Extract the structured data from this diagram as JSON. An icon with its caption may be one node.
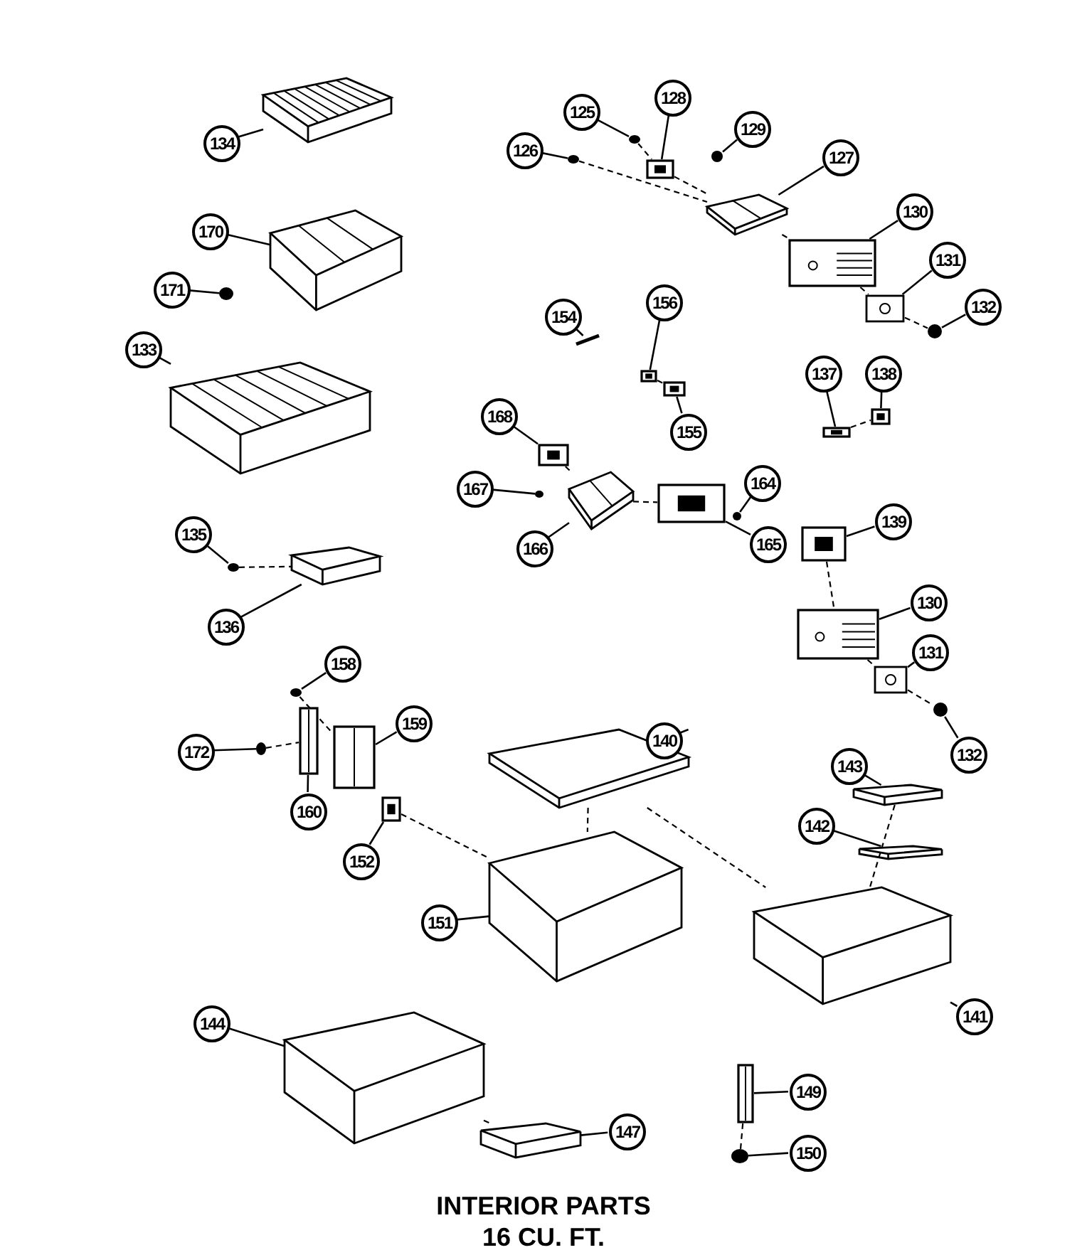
{
  "diagram": {
    "title": "INTERIOR PARTS",
    "caption": "16 CU. FT.",
    "nodes": [
      {
        "text": [
          "134"
        ]
      },
      {
        "text": [],
        "shape": "picture"
      },
      {
        "text": [
          "170"
        ]
      },
      {
        "text": [],
        "shape": "picture"
      },
      {
        "text": [
          "171"
        ]
      },
      {
        "text": [],
        "shape": "circle"
      },
      {
        "text": [
          "133"
        ]
      },
      {
        "text": [],
        "shape": "picture"
      },
      {
        "text": [
          "135"
        ]
      },
      {
        "text": [],
        "shape": "circle"
      },
      {
        "text": [
          "136"
        ]
      },
      {
        "text": [],
        "shape": "picture"
      },
      {
        "text": [
          "125"
        ]
      },
      {
        "text": [],
        "shape": "circle"
      },
      {
        "text": [
          "128"
        ]
      },
      {
        "text": [],
        "shape": "picture"
      },
      {
        "text": [
          "129"
        ]
      },
      {
        "text": [],
        "shape": "circle"
      },
      {
        "text": [
          "126"
        ]
      },
      {
        "text": [],
        "shape": "circle"
      },
      {
        "text": [
          "127"
        ]
      },
      {
        "text": [],
        "shape": "picture"
      },
      {
        "text": [
          "130"
        ]
      },
      {
        "text": [],
        "shape": "picture"
      },
      {
        "text": [
          "131"
        ]
      },
      {
        "text": [],
        "shape": "picture"
      },
      {
        "text": [
          "132"
        ]
      },
      {
        "text": [],
        "shape": "circle"
      },
      {
        "text": [
          "154"
        ]
      },
      {
        "text": [],
        "shape": "picture"
      },
      {
        "text": [
          "156"
        ]
      },
      {
        "text": [],
        "shape": "picture"
      },
      {
        "text": [
          "155"
        ]
      },
      {
        "text": [],
        "shape": "picture"
      },
      {
        "text": [
          "137"
        ]
      },
      {
        "text": [],
        "shape": "picture"
      },
      {
        "text": [
          "138"
        ]
      },
      {
        "text": [],
        "shape": "picture"
      },
      {
        "text": [
          "168"
        ]
      },
      {
        "text": [],
        "shape": "picture"
      },
      {
        "text": [
          "167"
        ]
      },
      {
        "text": [],
        "shape": "circle"
      },
      {
        "text": [
          "166"
        ]
      },
      {
        "text": [],
        "shape": "picture"
      },
      {
        "text": [
          "164"
        ]
      },
      {
        "text": [],
        "shape": "circle"
      },
      {
        "text": [
          "165"
        ]
      },
      {
        "text": [],
        "shape": "picture"
      },
      {
        "text": [
          "139"
        ]
      },
      {
        "text": [],
        "shape": "picture"
      },
      {
        "text": [
          "130"
        ]
      },
      {
        "text": [],
        "shape": "picture"
      },
      {
        "text": [
          "131"
        ]
      },
      {
        "text": [],
        "shape": "picture"
      },
      {
        "text": [
          "132"
        ]
      },
      {
        "text": [],
        "shape": "circle"
      },
      {
        "text": [
          "158"
        ]
      },
      {
        "text": [],
        "shape": "circle"
      },
      {
        "text": [
          "160"
        ]
      },
      {
        "text": [],
        "shape": "picture"
      },
      {
        "text": [
          "172"
        ]
      },
      {
        "text": [],
        "shape": "circle"
      },
      {
        "text": [
          "159"
        ]
      },
      {
        "text": [],
        "shape": "picture"
      },
      {
        "text": [
          "152"
        ]
      },
      {
        "text": [],
        "shape": "picture"
      },
      {
        "text": [
          "140"
        ]
      },
      {
        "text": [],
        "shape": "picture"
      },
      {
        "text": [
          "151"
        ]
      },
      {
        "text": [],
        "shape": "picture"
      },
      {
        "text": [
          "143"
        ]
      },
      {
        "text": [],
        "shape": "picture"
      },
      {
        "text": [
          "142"
        ]
      },
      {
        "text": [],
        "shape": "picture"
      },
      {
        "text": [
          "141"
        ]
      },
      {
        "text": [],
        "shape": "picture"
      },
      {
        "text": [
          "144"
        ]
      },
      {
        "text": [],
        "shape": "picture"
      },
      {
        "text": [
          "147"
        ]
      },
      {
        "text": [],
        "shape": "picture"
      },
      {
        "text": [
          "149"
        ]
      },
      {
        "text": [],
        "shape": "picture"
      },
      {
        "text": [
          "150"
        ]
      },
      {
        "text": [],
        "shape": "circle"
      }
    ],
    "edges": [
      {
        "from": 0,
        "to": 1,
        "arrow": "none"
      },
      {
        "from": 2,
        "to": 3,
        "arrow": "none"
      },
      {
        "from": 4,
        "to": 5,
        "arrow": "none"
      },
      {
        "from": 6,
        "to": 7,
        "arrow": "none"
      },
      {
        "from": 8,
        "to": 9,
        "arrow": "none"
      },
      {
        "from": 10,
        "to": 11,
        "arrow": "none"
      },
      {
        "from": 12,
        "to": 13,
        "arrow": "none"
      },
      {
        "from": 14,
        "to": 15,
        "arrow": "none"
      },
      {
        "from": 16,
        "to": 17,
        "arrow": "none"
      },
      {
        "from": 18,
        "to": 19,
        "arrow": "none"
      },
      {
        "from": 20,
        "to": 21,
        "arrow": "none"
      },
      {
        "from": 22,
        "to": 23,
        "arrow": "none"
      },
      {
        "from": 24,
        "to": 25,
        "arrow": "none"
      },
      {
        "from": 26,
        "to": 27,
        "arrow": "none"
      },
      {
        "from": 28,
        "to": 29,
        "arrow": "none"
      },
      {
        "from": 30,
        "to": 31,
        "arrow": "none"
      },
      {
        "from": 32,
        "to": 33,
        "arrow": "none"
      },
      {
        "from": 34,
        "to": 35,
        "arrow": "none"
      },
      {
        "from": 36,
        "to": 37,
        "arrow": "none"
      },
      {
        "from": 38,
        "to": 39,
        "arrow": "none"
      },
      {
        "from": 40,
        "to": 41,
        "arrow": "none"
      },
      {
        "from": 42,
        "to": 43,
        "arrow": "none"
      },
      {
        "from": 44,
        "to": 45,
        "arrow": "none"
      },
      {
        "from": 46,
        "to": 47,
        "arrow": "none"
      },
      {
        "from": 48,
        "to": 49,
        "arrow": "none"
      },
      {
        "from": 50,
        "to": 51,
        "arrow": "none"
      },
      {
        "from": 52,
        "to": 53,
        "arrow": "none"
      },
      {
        "from": 54,
        "to": 55,
        "arrow": "none"
      },
      {
        "from": 56,
        "to": 57,
        "arrow": "none"
      },
      {
        "from": 58,
        "to": 59,
        "arrow": "none"
      },
      {
        "from": 60,
        "to": 61,
        "arrow": "none"
      },
      {
        "from": 62,
        "to": 63,
        "arrow": "none"
      },
      {
        "from": 64,
        "to": 65,
        "arrow": "none"
      },
      {
        "from": 66,
        "to": 67,
        "arrow": "none"
      },
      {
        "from": 68,
        "to": 69,
        "arrow": "none"
      },
      {
        "from": 70,
        "to": 71,
        "arrow": "none"
      },
      {
        "from": 72,
        "to": 73,
        "arrow": "none"
      },
      {
        "from": 74,
        "to": 75,
        "arrow": "none"
      },
      {
        "from": 76,
        "to": 77,
        "arrow": "none"
      },
      {
        "from": 78,
        "to": 79,
        "arrow": "none"
      },
      {
        "from": 80,
        "to": 81,
        "arrow": "none"
      },
      {
        "from": 82,
        "to": 83,
        "arrow": "none"
      },
      {
        "from": 9,
        "to": 11,
        "arrow": "none",
        "style": "dashed"
      },
      {
        "from": 13,
        "to": 15,
        "arrow": "none",
        "style": "dashed"
      },
      {
        "from": 19,
        "to": 21,
        "arrow": "none",
        "style": "dashed"
      },
      {
        "from": 15,
        "to": 21,
        "arrow": "none",
        "style": "dashed"
      },
      {
        "from": 21,
        "to": 23,
        "arrow": "none",
        "style": "dashed"
      },
      {
        "from": 23,
        "to": 25,
        "arrow": "none",
        "style": "dashed"
      },
      {
        "from": 25,
        "to": 27,
        "arrow": "none",
        "style": "dashed"
      },
      {
        "from": 31,
        "to": 33,
        "arrow": "none",
        "style": "dashed"
      },
      {
        "from": 35,
        "to": 37,
        "arrow": "none",
        "style": "dashed"
      },
      {
        "from": 39,
        "to": 43,
        "arrow": "none",
        "style": "dashed"
      },
      {
        "from": 43,
        "to": 47,
        "arrow": "none",
        "style": "dashed"
      },
      {
        "from": 49,
        "to": 51,
        "arrow": "none",
        "style": "dashed"
      },
      {
        "from": 51,
        "to": 53,
        "arrow": "none",
        "style": "dashed"
      },
      {
        "from": 53,
        "to": 55,
        "arrow": "none",
        "style": "dashed"
      },
      {
        "from": 57,
        "to": 63,
        "arrow": "none",
        "style": "dashed"
      },
      {
        "from": 61,
        "to": 59,
        "arrow": "none",
        "style": "dashed"
      },
      {
        "from": 65,
        "to": 69,
        "arrow": "none",
        "style": "dashed"
      },
      {
        "from": 67,
        "to": 69,
        "arrow": "none",
        "style": "dashed"
      },
      {
        "from": 67,
        "to": 75,
        "arrow": "none",
        "style": "dashed"
      },
      {
        "from": 71,
        "to": 75,
        "arrow": "none",
        "style": "dashed"
      },
      {
        "from": 77,
        "to": 79,
        "arrow": "none",
        "style": "dashed"
      },
      {
        "from": 81,
        "to": 83,
        "arrow": "none",
        "style": "dashed"
      }
    ]
  }
}
